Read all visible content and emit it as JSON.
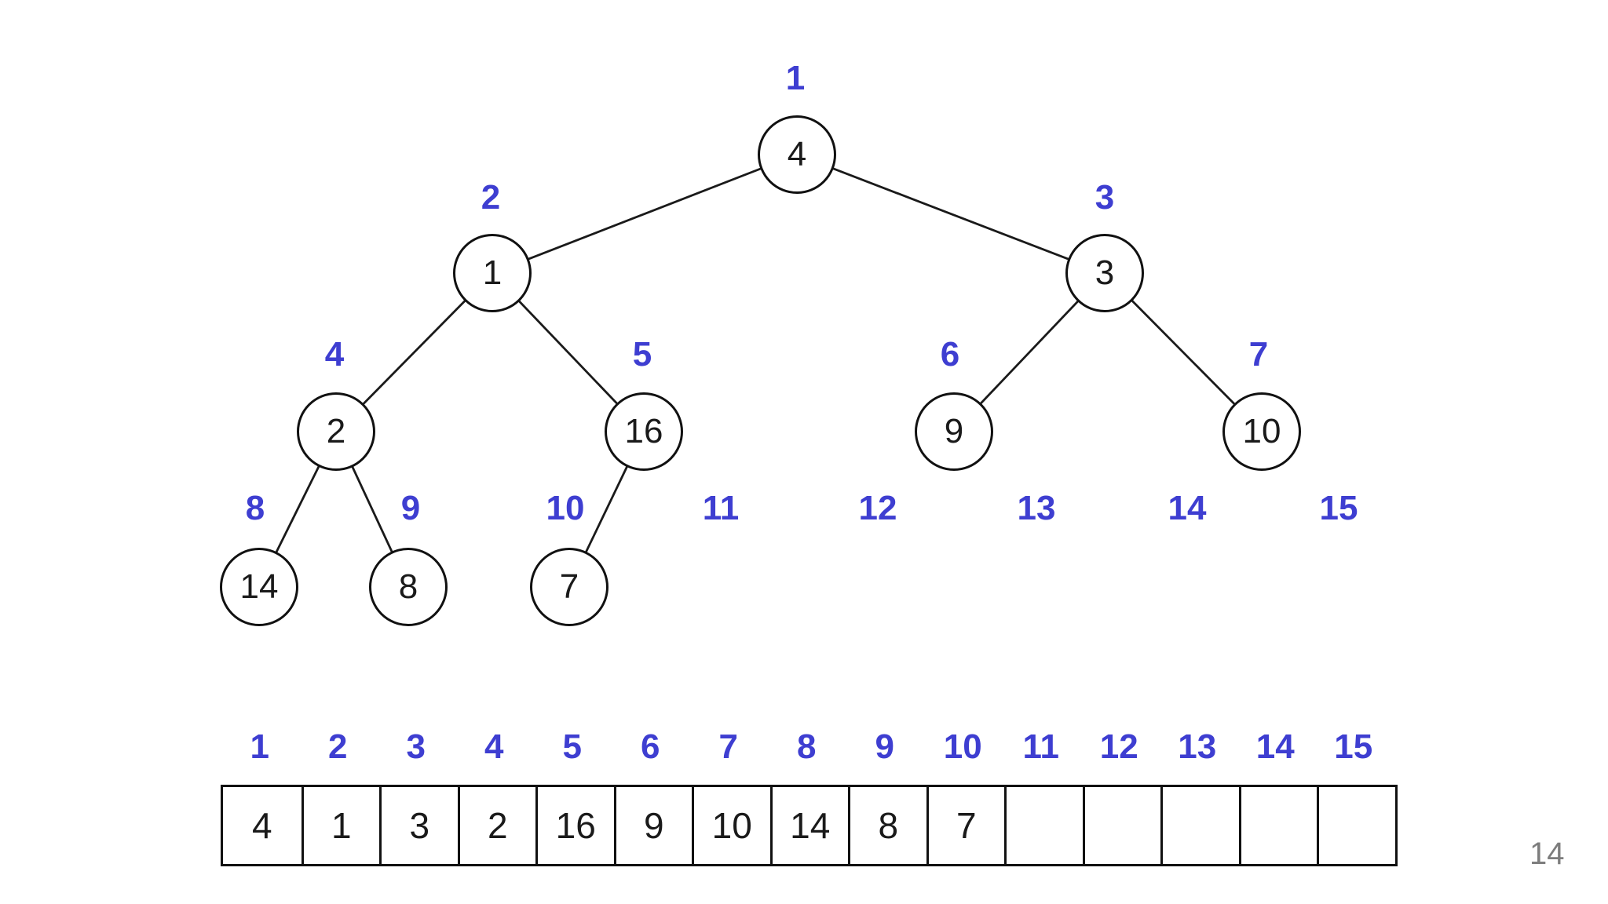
{
  "page": {
    "number": "14",
    "background": "#ffffff"
  },
  "colors": {
    "index_blue": "#3e3ed1",
    "node_stroke": "#111111",
    "node_text": "#1a1a1a",
    "page_number_gray": "#7d7d7d"
  },
  "diagram": {
    "type": "binary-heap-tree",
    "description": "Max-heap drawn as a binary tree with blue position indices 1-15; nodes hold values, positions 11-15 are empty slots",
    "slot_labels": [
      "1",
      "2",
      "3",
      "4",
      "5",
      "6",
      "7",
      "8",
      "9",
      "10",
      "11",
      "12",
      "13",
      "14",
      "15"
    ],
    "nodes": [
      {
        "slot": "1",
        "value": "4"
      },
      {
        "slot": "2",
        "value": "1"
      },
      {
        "slot": "3",
        "value": "3"
      },
      {
        "slot": "4",
        "value": "2"
      },
      {
        "slot": "5",
        "value": "16"
      },
      {
        "slot": "6",
        "value": "9"
      },
      {
        "slot": "7",
        "value": "10"
      },
      {
        "slot": "8",
        "value": "14"
      },
      {
        "slot": "9",
        "value": "8"
      },
      {
        "slot": "10",
        "value": "7"
      }
    ],
    "edges": [
      [
        "1",
        "2"
      ],
      [
        "1",
        "3"
      ],
      [
        "2",
        "4"
      ],
      [
        "2",
        "5"
      ],
      [
        "3",
        "6"
      ],
      [
        "3",
        "7"
      ],
      [
        "4",
        "8"
      ],
      [
        "4",
        "9"
      ],
      [
        "5",
        "10"
      ]
    ]
  },
  "array": {
    "indices": [
      "1",
      "2",
      "3",
      "4",
      "5",
      "6",
      "7",
      "8",
      "9",
      "10",
      "11",
      "12",
      "13",
      "14",
      "15"
    ],
    "cells": [
      "4",
      "1",
      "3",
      "2",
      "16",
      "9",
      "10",
      "14",
      "8",
      "7",
      "",
      "",
      "",
      "",
      ""
    ]
  }
}
